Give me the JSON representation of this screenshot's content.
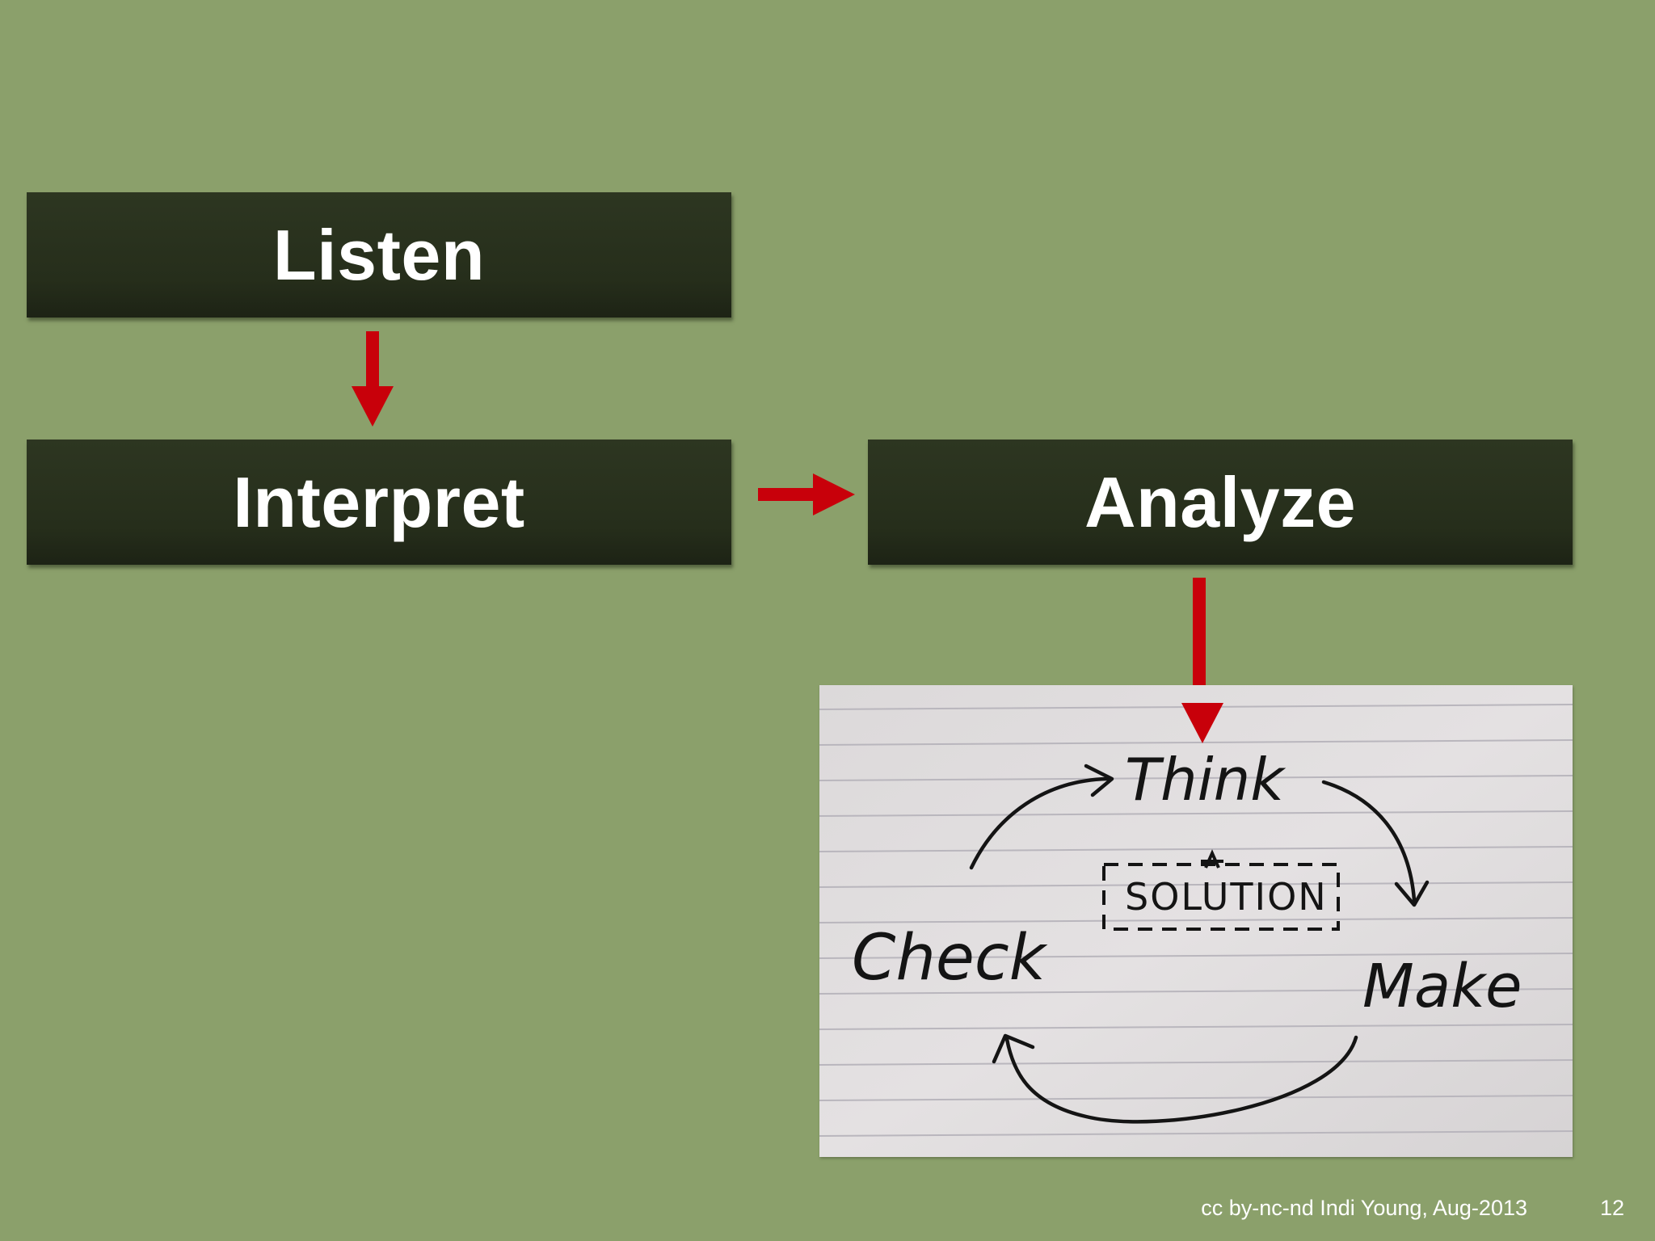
{
  "steps": {
    "listen": "Listen",
    "interpret": "Interpret",
    "analyze": "Analyze"
  },
  "sketch": {
    "think": "Think",
    "make": "Make",
    "check": "Check",
    "solution": "SOLUTION"
  },
  "footer": {
    "credit": "cc by-nc-nd Indi Young, Aug-2013",
    "page_number": "12"
  },
  "colors": {
    "background": "#8ba06b",
    "box": "#262e1b",
    "arrow": "#c8000a",
    "text": "#ffffff"
  }
}
